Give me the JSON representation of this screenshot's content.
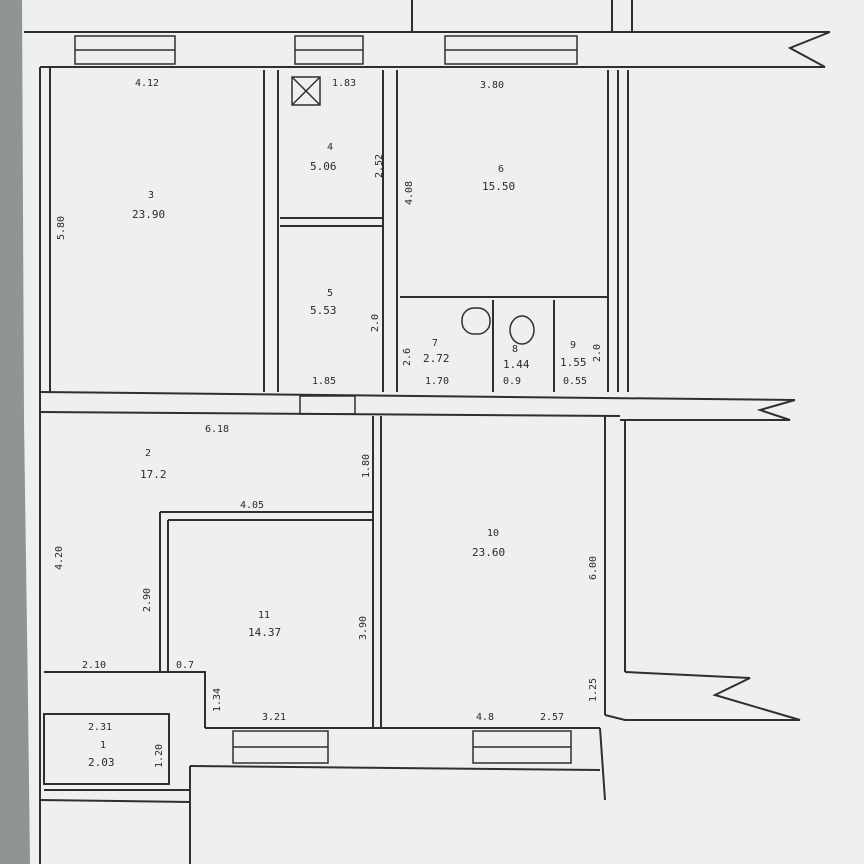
{
  "rooms": [
    {
      "id": "3",
      "area": "23.90"
    },
    {
      "id": "4",
      "area": "5.06"
    },
    {
      "id": "5",
      "area": "5.53"
    },
    {
      "id": "6",
      "area": "15.50"
    },
    {
      "id": "7",
      "area": "2.72"
    },
    {
      "id": "8",
      "area": "1.44"
    },
    {
      "id": "9",
      "area": "1.55"
    },
    {
      "id": "2",
      "area": "17.2"
    },
    {
      "id": "10",
      "area": "23.60"
    },
    {
      "id": "11",
      "area": "14.37"
    },
    {
      "id": "1",
      "area": "2.03"
    }
  ],
  "dimensions": [
    "4.12",
    "1.83",
    "3.80",
    "2.52",
    "4.08",
    "5.80",
    "2.0",
    "2.6",
    "1.70",
    "0.9",
    "0.55",
    "2.0",
    "1.85",
    "6.18",
    "1.80",
    "4.05",
    "4.20",
    "2.90",
    "3.90",
    "6.00",
    "2.10",
    "0.7",
    "1.34",
    "3.21",
    "4.8",
    "2.57",
    "1.25",
    "2.31",
    "1.20"
  ],
  "colors": {
    "paper": "#eef0ee",
    "line": "#2f2f2f",
    "shadow": "#8f9494"
  }
}
